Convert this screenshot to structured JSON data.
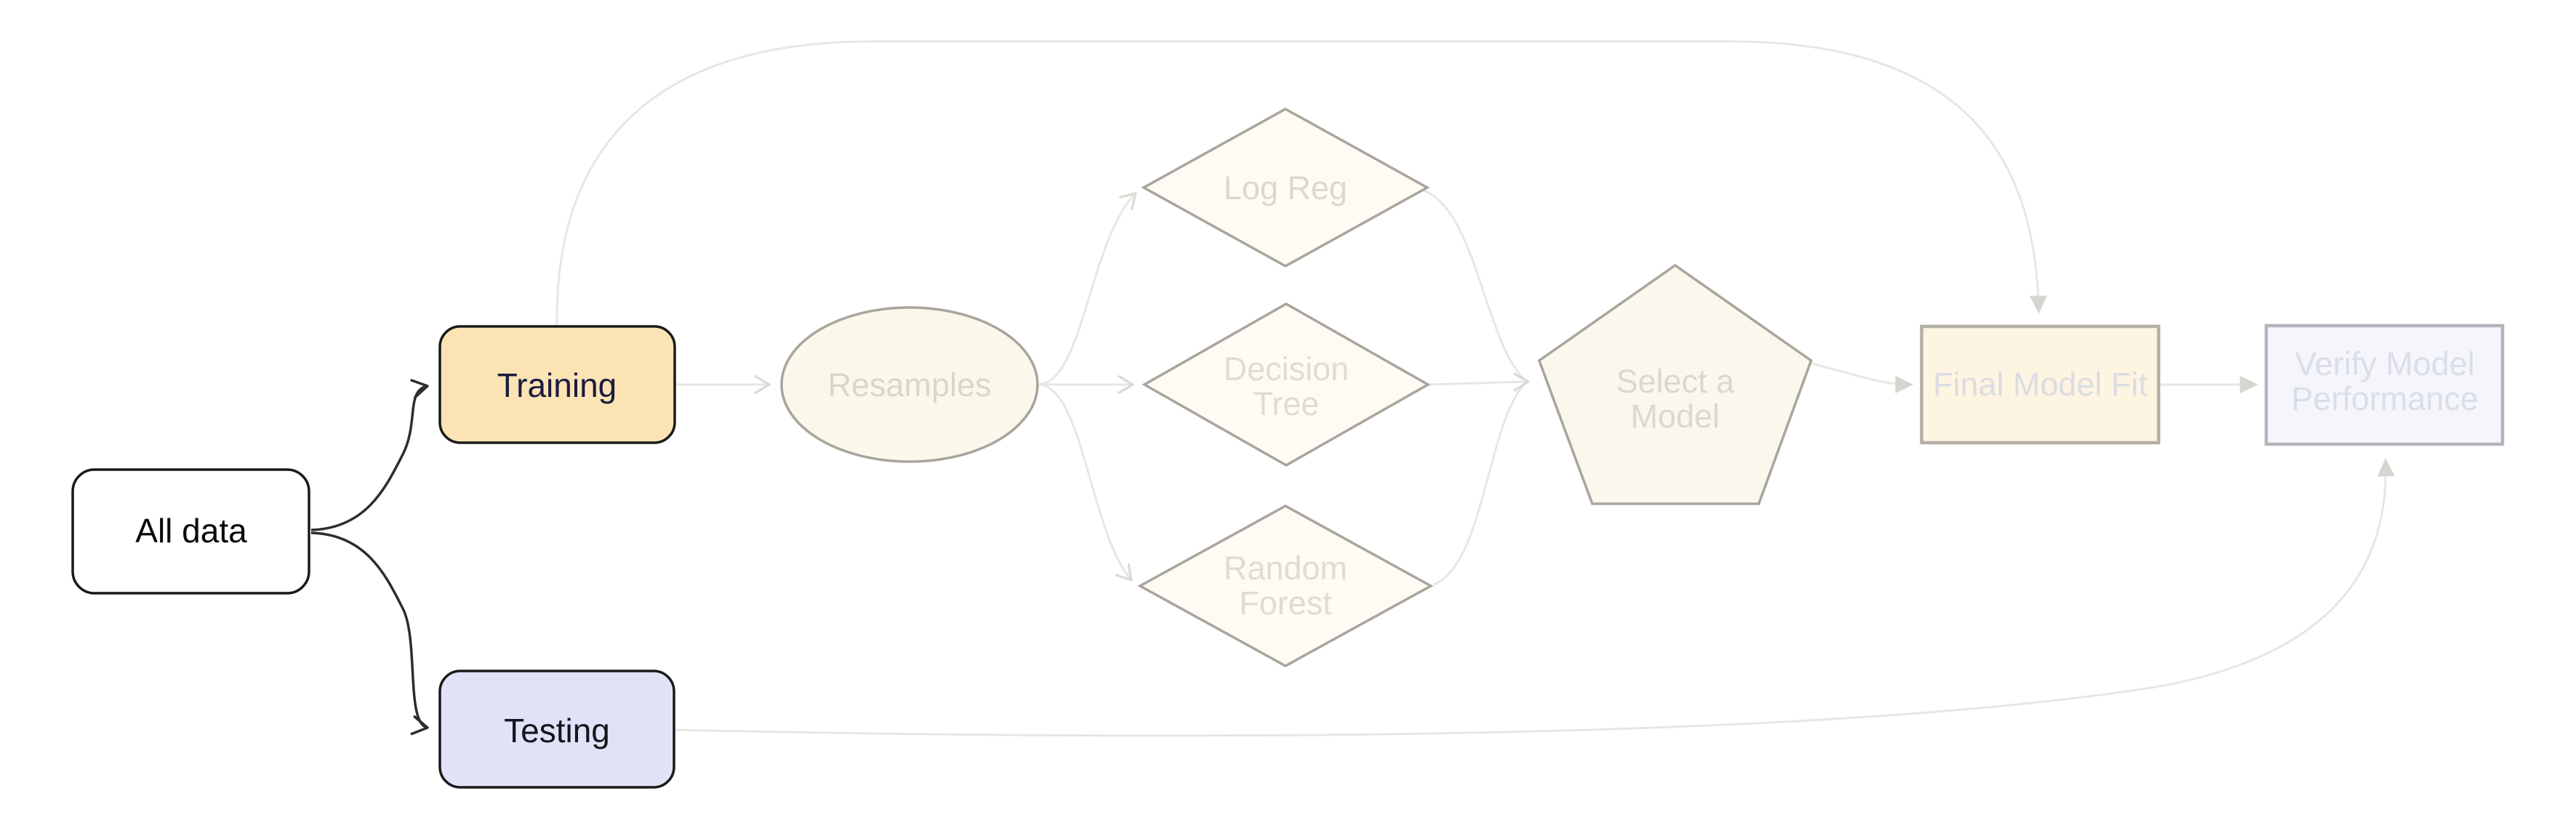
{
  "diagram": {
    "description": "Machine learning data-splitting workflow flowchart",
    "nodes": {
      "all_data": {
        "label": "All data",
        "shape": "rounded-rectangle",
        "state": "active"
      },
      "training": {
        "label": "Training",
        "shape": "rounded-rectangle",
        "state": "highlighted"
      },
      "testing": {
        "label": "Testing",
        "shape": "rounded-rectangle",
        "state": "highlighted"
      },
      "resamples": {
        "label": "Resamples",
        "shape": "ellipse",
        "state": "faded"
      },
      "log_reg": {
        "label": "Log Reg",
        "shape": "diamond",
        "state": "faded"
      },
      "decision_tree": {
        "line1": "Decision",
        "line2": "Tree",
        "shape": "diamond",
        "state": "faded"
      },
      "random_forest": {
        "line1": "Random",
        "line2": "Forest",
        "shape": "diamond",
        "state": "faded"
      },
      "select_model": {
        "line1": "Select a",
        "line2": "Model",
        "shape": "pentagon",
        "state": "faded"
      },
      "final_model_fit": {
        "label": "Final Model Fit",
        "shape": "rectangle",
        "state": "faded"
      },
      "verify_model": {
        "line1": "Verify Model",
        "line2": "Performance",
        "shape": "rectangle",
        "state": "faded"
      }
    },
    "edges": [
      {
        "from": "all_data",
        "to": "training",
        "style": "active"
      },
      {
        "from": "all_data",
        "to": "testing",
        "style": "active"
      },
      {
        "from": "training",
        "to": "resamples",
        "style": "faded"
      },
      {
        "from": "training",
        "to": "final_model_fit",
        "style": "faded-arc-over-top"
      },
      {
        "from": "resamples",
        "to": "log_reg",
        "style": "faded"
      },
      {
        "from": "resamples",
        "to": "decision_tree",
        "style": "faded"
      },
      {
        "from": "resamples",
        "to": "random_forest",
        "style": "faded"
      },
      {
        "from": "log_reg",
        "to": "select_model",
        "style": "faded"
      },
      {
        "from": "decision_tree",
        "to": "select_model",
        "style": "faded"
      },
      {
        "from": "random_forest",
        "to": "select_model",
        "style": "faded"
      },
      {
        "from": "select_model",
        "to": "final_model_fit",
        "style": "faded"
      },
      {
        "from": "final_model_fit",
        "to": "verify_model",
        "style": "faded"
      },
      {
        "from": "testing",
        "to": "verify_model",
        "style": "faded-arc-under-bottom"
      }
    ],
    "colors": {
      "background": "#ffffff",
      "all_data_fill": "#ffffff",
      "all_data_text": "#0a0a0a",
      "training_fill": "#fbe3b4",
      "training_text": "#1b1b3f",
      "testing_fill": "#e0e3f8",
      "testing_text": "#15151b",
      "faded_cream_fill": "#faf8eb",
      "faded_diamond_fill": "#fdfbf4",
      "faded_pentagon_fill": "#faf8ed",
      "final_fit_fill": "#fdf4e2",
      "verify_fill": "#f5f6fb",
      "faded_stroke": "#a9a59c",
      "final_fit_stroke": "#b3afa5",
      "verify_stroke": "#b4b4bc",
      "faded_text_warm": "#d9d7cb",
      "faded_text_final": "#dcdce2",
      "faded_text_verify": "#dbdde8",
      "edge_faded": "#e8e6e2",
      "edge_dark": "#2d2d2d",
      "dark_border": "#1a1a1a"
    }
  }
}
